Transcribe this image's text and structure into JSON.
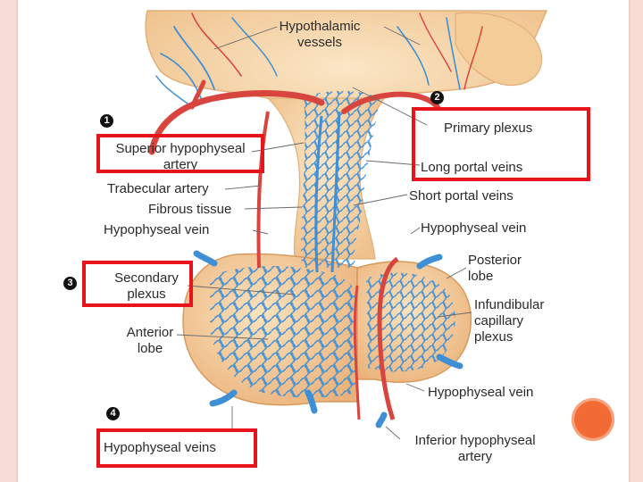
{
  "labels": {
    "hypothalamic_vessels_1": "Hypothalamic",
    "hypothalamic_vessels_2": "vessels",
    "primary_plexus": "Primary plexus",
    "superior_artery_1": "Superior hypophyseal",
    "superior_artery_2": "artery",
    "long_portal_veins": "Long portal veins",
    "trabecular_artery": "Trabecular artery",
    "short_portal_veins": "Short portal veins",
    "fibrous_tissue": "Fibrous tissue",
    "hypophyseal_vein_upper_left": "Hypophyseal vein",
    "hypophyseal_vein_upper_right": "Hypophyseal vein",
    "posterior_lobe_1": "Posterior",
    "posterior_lobe_2": "lobe",
    "secondary_plexus_1": "Secondary",
    "secondary_plexus_2": "plexus",
    "infundibular_1": "Infundibular",
    "infundibular_2": "capillary",
    "infundibular_3": "plexus",
    "anterior_lobe_1": "Anterior",
    "anterior_lobe_2": "lobe",
    "hypophyseal_vein_lower_right": "Hypophyseal vein",
    "hypophyseal_veins": "Hypophyseal veins",
    "inferior_artery_1": "Inferior hypophyseal",
    "inferior_artery_2": "artery"
  },
  "markers": {
    "m1": "1",
    "m2": "2",
    "m3": "3",
    "m4": "4"
  },
  "colors": {
    "highlight_box": "#e8141b",
    "artery": "#d8453f",
    "vein": "#3f8fd6",
    "tissue": "#f6d7a8",
    "frame": "#f7ddd6",
    "accent_dot": "#f26b35"
  }
}
